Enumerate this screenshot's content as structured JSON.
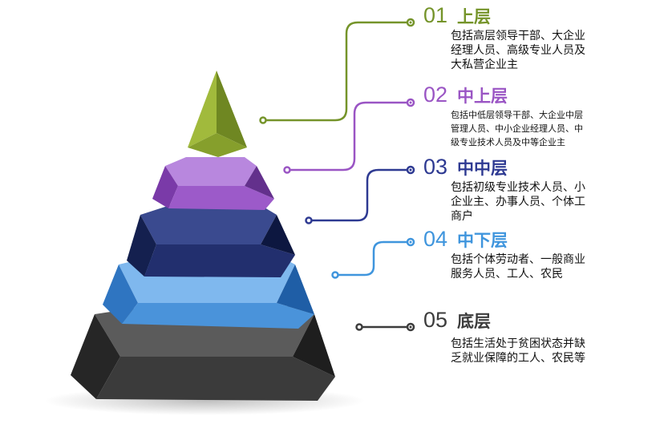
{
  "levels": [
    {
      "number": "01",
      "name": "上层",
      "color": "#75942a",
      "desc_lines": [
        "包括高层领导干部、大企业",
        "经理人员、高级专业人员及",
        "大私营企业主"
      ]
    },
    {
      "number": "02",
      "name": "中上层",
      "color": "#9a55c4",
      "desc_lines": [
        "包括中低层领导干部、大企业中层",
        "管理人员、中小企业经理人员、中",
        "级专业技术人员及中等企业主"
      ]
    },
    {
      "number": "03",
      "name": "中中层",
      "color": "#2e3a92",
      "desc_lines": [
        "包括初级专业技术人员、小",
        "企业主、办事人员、个体工",
        "商户"
      ]
    },
    {
      "number": "04",
      "name": "中下层",
      "color": "#3f95dd",
      "desc_lines": [
        "包括个体劳动者、一般商业",
        "服务人员、工人、农民"
      ]
    },
    {
      "number": "05",
      "name": "底层",
      "color": "#3c3c3c",
      "desc_lines": [
        "包括生活处于贫困状态并缺",
        "乏就业保障的工人、农民等"
      ]
    }
  ]
}
